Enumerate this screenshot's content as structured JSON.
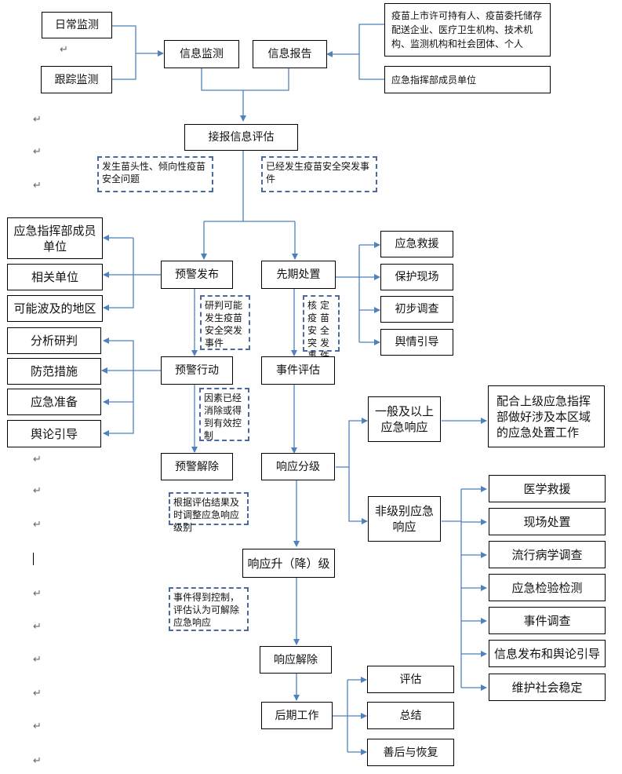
{
  "nodes": {
    "daily_monitor": "日常监测",
    "tracking_monitor": "跟踪监测",
    "info_monitor": "信息监测",
    "info_report": "信息报告",
    "reporters": "疫苗上市许可持有人、疫苗委托储存配送企业、医疗卫生机构、技术机构、监测机构和社会团体、个人",
    "hq_members_top": "应急指挥部成员单位",
    "receive_eval": "接报信息评估",
    "hq_members_left": "应急指挥部成员单位",
    "related_units": "相关单位",
    "affected_areas": "可能波及的地区",
    "analysis": "分析研判",
    "prevention": "防范措施",
    "prep": "应急准备",
    "public_opinion": "舆论引导",
    "warning_release": "预警发布",
    "initial_handling": "先期处置",
    "warning_action": "预警行动",
    "event_eval": "事件评估",
    "warning_lift": "预警解除",
    "response_grading": "响应分级",
    "general_response": "一般及以上应急响应",
    "cooperate": "配合上级应急指挥部做好涉及本区域的应急处置工作",
    "nongraded_response": "非级别应急响应",
    "response_adjust": "响应升（降）级",
    "response_lift": "响应解除",
    "followup": "后期工作",
    "rescue": "应急救援",
    "protect_scene": "保护现场",
    "initial_survey": "初步调查",
    "opinion_guide": "舆情引导",
    "medical_rescue": "医学救援",
    "onsite_handling": "现场处置",
    "epi_survey": "流行病学调查",
    "emergency_testing": "应急检验检测",
    "event_investigation": "事件调查",
    "info_release": "信息发布和舆论引导",
    "stability": "维护社会稳定",
    "evaluate": "评估",
    "summary": "总结",
    "recovery": "善后与恢复"
  },
  "notes": {
    "vaccine_tendency": "发生苗头性、倾向性疫苗安全问题",
    "event_occurred": "已经发生疫苗安全突发事件",
    "judge_possible": "研判可能发生疫苗安全突发事件",
    "determine_level": "核定疫苗安全突发事件级别",
    "factors_removed": "因素已经消除或得到有效控制",
    "adjust_level": "根据评估结果及时调整应急响应级别",
    "event_controlled": "事件得到控制，评估认为可解除应急响应"
  },
  "paragraph_mark": "↵",
  "colors": {
    "line": "#4f81bd",
    "box_border": "#000000",
    "note_border": "#4a6aa0"
  }
}
